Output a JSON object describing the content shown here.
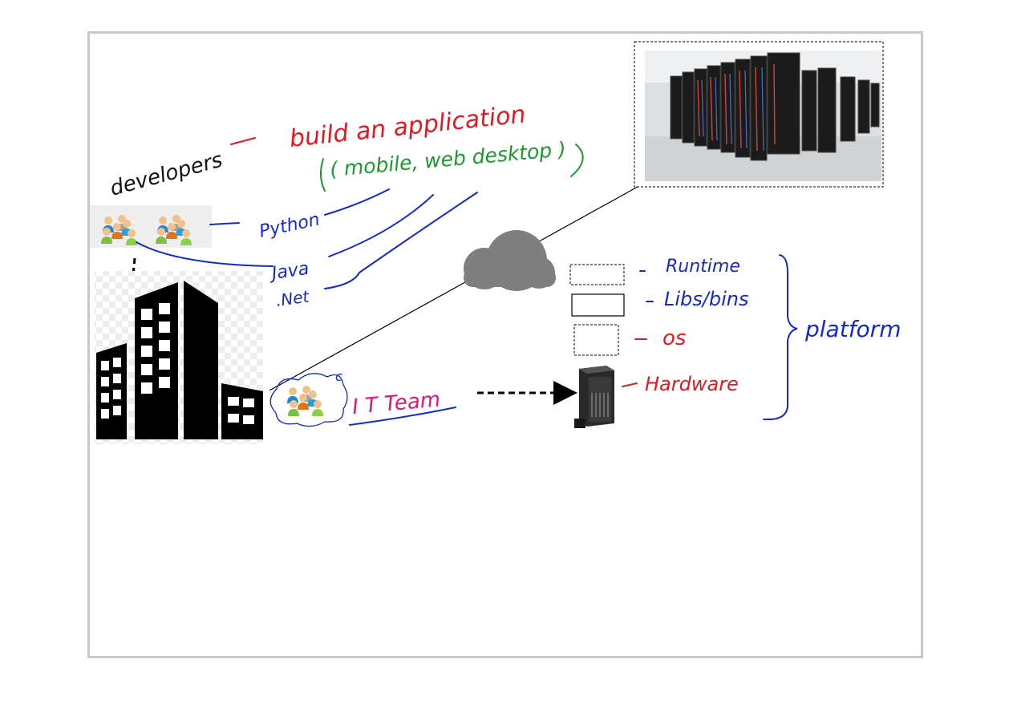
{
  "annotations": {
    "developers": "developers",
    "build_app": "build an application",
    "app_types": "( mobile, web desktop )",
    "python": "Python",
    "java": "Java",
    "dotnet": ".Net",
    "it_team": "I T Team",
    "runtime": "Runtime",
    "libs_bins": "Libs/bins",
    "os": "os",
    "hardware": "Hardware",
    "platform": "platform"
  },
  "colors": {
    "red": "#e8161e",
    "blue": "#1428d2",
    "green": "#1a9a2a",
    "magenta": "#e0157a",
    "cloud": "#7f7f7f"
  },
  "icons": [
    "people-group-icon",
    "building-icon",
    "cloud-icon",
    "server-tower-icon",
    "datacenter-photo"
  ]
}
